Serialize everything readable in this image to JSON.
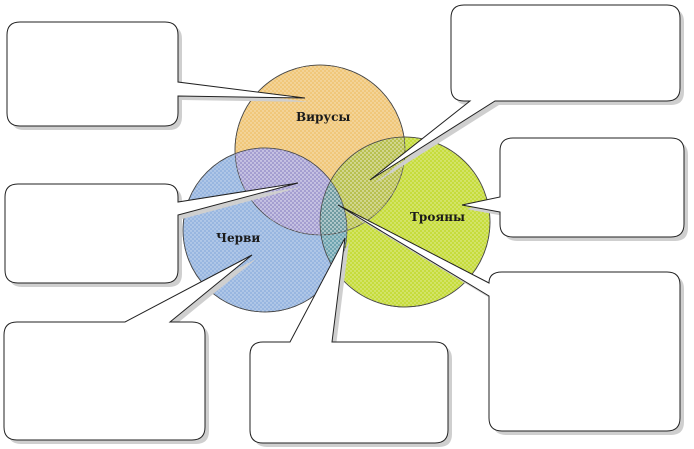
{
  "diagram": {
    "circles": [
      {
        "id": "viruses",
        "label": "Вирусы",
        "color": "#f0c77a"
      },
      {
        "id": "worms",
        "label": "Черви",
        "color": "#98b6e0"
      },
      {
        "id": "trojans",
        "label": "Трояны",
        "color": "#c6dc3c"
      }
    ],
    "overlap_colors": {
      "viruses_worms": "#a49ed0",
      "worms_trojans": "#6fa4b0",
      "viruses_trojans": "#b8c050",
      "all_three": "#6f9aa0"
    },
    "callouts": [
      {
        "id": "viruses-only",
        "text": ""
      },
      {
        "id": "viruses-trojans",
        "text": ""
      },
      {
        "id": "trojans-only",
        "text": ""
      },
      {
        "id": "viruses-worms",
        "text": ""
      },
      {
        "id": "worms-only",
        "text": ""
      },
      {
        "id": "worms-trojans",
        "text": ""
      },
      {
        "id": "all-three",
        "text": ""
      }
    ]
  }
}
